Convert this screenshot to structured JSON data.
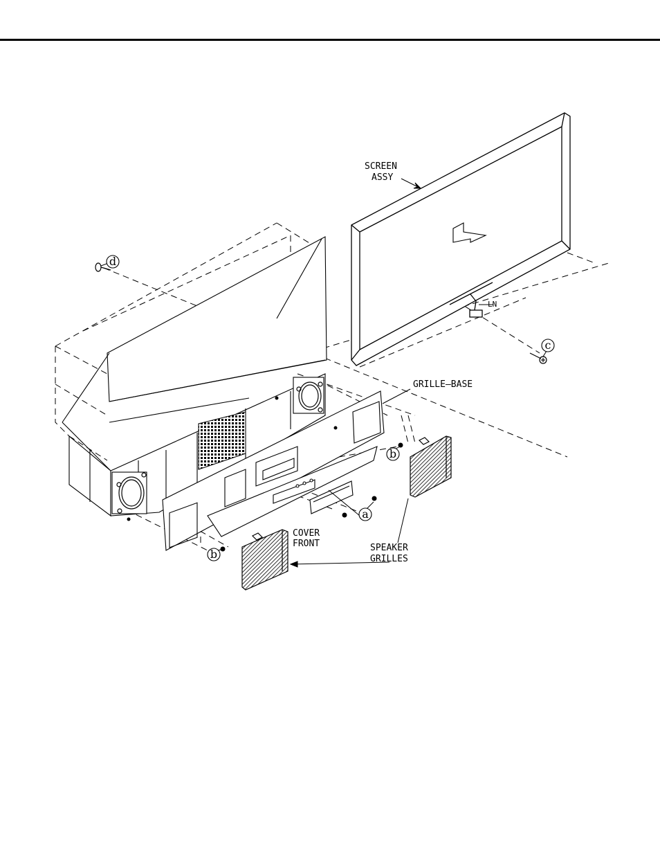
{
  "labels": {
    "screen_assy_line1": "SCREEN",
    "screen_assy_line2": "ASSY",
    "grille_base": "GRILLE–BASE",
    "cover_front_line1": "COVER",
    "cover_front_line2": "FRONT",
    "speaker_grilles_line1": "SPEAKER",
    "speaker_grilles_line2": "GRILLES",
    "ln": "LN"
  },
  "callouts": {
    "a": "a",
    "b": "b",
    "c": "c",
    "d": "d"
  }
}
